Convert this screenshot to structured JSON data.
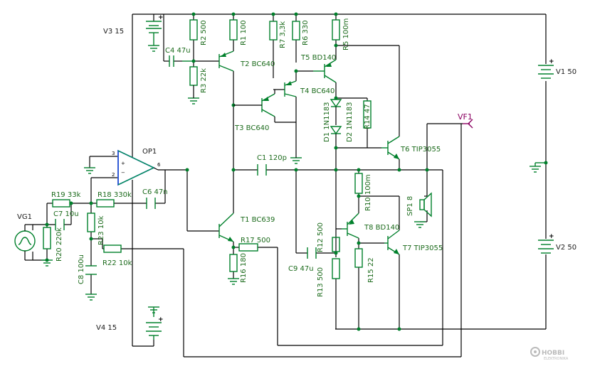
{
  "labels": {
    "v3": "V3 15",
    "v4": "V4 15",
    "v1": "V1 50",
    "v2": "V2 50",
    "vg1": "VG1",
    "op1": "OP1",
    "vf1": "VF1",
    "r1": "R1 100",
    "r2": "R2 500",
    "r3": "R3 22k",
    "r5": "R5 100m",
    "r6": "R6 330",
    "r7": "R7 3,3k",
    "r10": "R10 100m",
    "r12": "R12 500",
    "r13": "R13 500",
    "r14": "R14 47",
    "r15": "R15 22",
    "r16": "R16 180",
    "r17": "R17 500",
    "r18": "R18 330k",
    "r19": "R19 33k",
    "r20": "R20 220k",
    "r22": "R22 10k",
    "r23": "R23 10k",
    "c1": "C1 120p",
    "c4": "C4 47u",
    "c6": "C6 47n",
    "c7": "C7 10u",
    "c8": "C8 100u",
    "c9": "C9 47u",
    "t1": "T1 BC639",
    "t2": "T2 BC640",
    "t3": "T3 BC640",
    "t4": "T4 BC640",
    "t5": "T5 BD140",
    "t6": "T6 TIP3055",
    "t7": "T7 TIP3055",
    "t8": "T8 BD140",
    "d1": "D1 1N1183",
    "d2": "D2 1N1183",
    "sp1": "SP1 8"
  },
  "opamp_pins": {
    "p3": "3",
    "p2": "2",
    "p6": "6",
    "plus": "+",
    "minus": "−"
  },
  "battery_polarity": "+",
  "watermark": {
    "main": "HOBBI",
    "sub": "ELEKTRONIKA"
  }
}
